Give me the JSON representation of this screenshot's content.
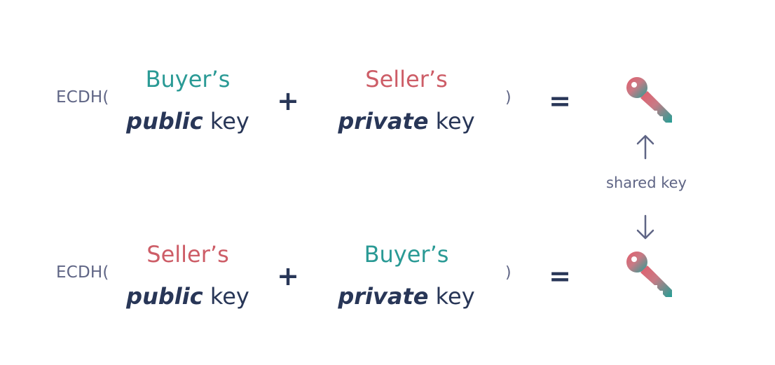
{
  "row1": {
    "prefix": "ECDH(",
    "left_party": "Buyer’s",
    "left_adj": "public",
    "left_word": "key",
    "plus": "+",
    "right_party": "Seller’s",
    "right_adj": "private",
    "right_word": "key",
    "close": ")",
    "equals": "="
  },
  "row2": {
    "prefix": "ECDH(",
    "left_party": "Seller’s",
    "left_adj": "public",
    "left_word": "key",
    "plus": "+",
    "right_party": "Buyer’s",
    "right_adj": "private",
    "right_word": "key",
    "close": ")",
    "equals": "="
  },
  "shared": {
    "label": "shared key"
  },
  "colors": {
    "teal": "#2a9a95",
    "red": "#cd5d67",
    "dark": "#283657",
    "muted": "#5f6585"
  },
  "icons": {
    "key": "key-icon",
    "up": "arrow-up-icon",
    "down": "arrow-down-icon"
  }
}
